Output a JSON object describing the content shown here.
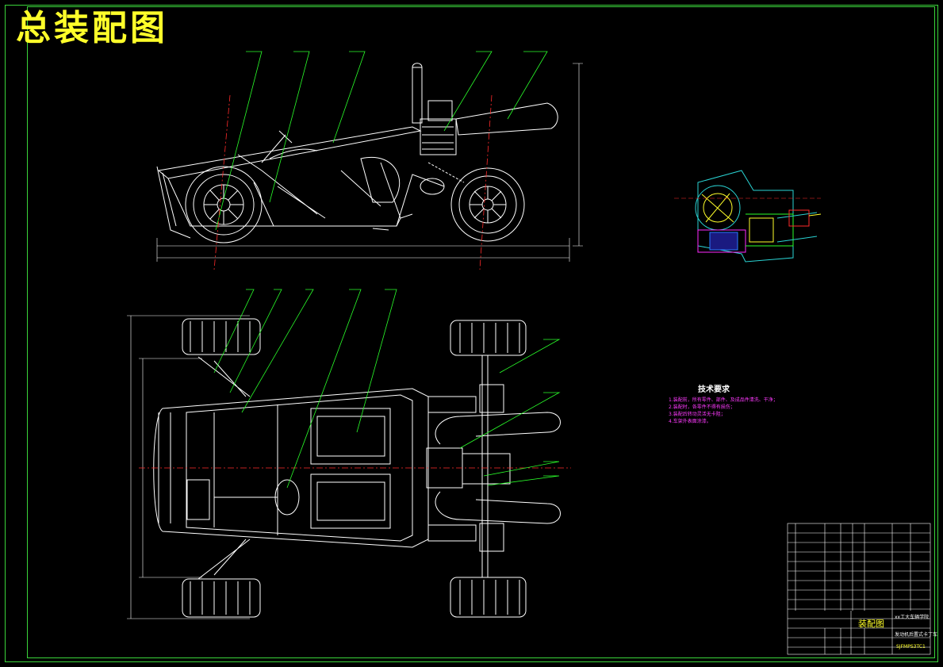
{
  "drawing": {
    "title": "总装配图",
    "tech_requirements": {
      "heading": "技术要求",
      "items": [
        "1.装配前，所有零件、部件、及成品件清洗、干净；",
        "2.装配时，各零件不得有损伤；",
        "3.装配后转动灵活无卡阻；",
        "4.车架外表面涂漆。"
      ]
    },
    "title_block": {
      "drawing_name": "装配图",
      "school": "xx工大车辆学院",
      "project": "发动机后置式卡丁车",
      "code": "SJFMPS3TC1"
    }
  },
  "colors": {
    "border": "#3ad43a",
    "title": "#ffff2a",
    "outline": "#ffffff",
    "leader": "#2aff2a",
    "centerline": "#ff2a2a",
    "section": "#2ad4d4",
    "note": "#ff3aff"
  }
}
